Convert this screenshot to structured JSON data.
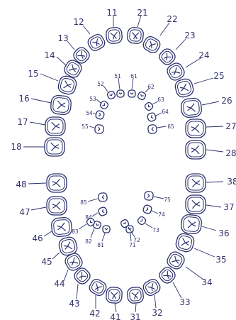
{
  "colors": {
    "outline": "#2b2f6b",
    "label": "#33336e",
    "background": "#ffffff"
  },
  "permanent_teeth": {
    "upper_right": [
      "11",
      "12",
      "13",
      "14",
      "15",
      "16",
      "17",
      "18"
    ],
    "upper_left": [
      "21",
      "22",
      "23",
      "24",
      "25",
      "26",
      "27",
      "28"
    ],
    "lower_left": [
      "31",
      "32",
      "33",
      "34",
      "35",
      "36",
      "37",
      "38"
    ],
    "lower_right": [
      "41",
      "42",
      "43",
      "44",
      "45",
      "46",
      "47",
      "48"
    ]
  },
  "primary_teeth": {
    "upper_right": [
      "51",
      "52",
      "53",
      "54",
      "55"
    ],
    "upper_left": [
      "61",
      "62",
      "63",
      "64",
      "65"
    ],
    "lower_left": [
      "71",
      "72",
      "73",
      "74",
      "75"
    ],
    "lower_right": [
      "81",
      "82",
      "83",
      "84",
      "85"
    ]
  }
}
